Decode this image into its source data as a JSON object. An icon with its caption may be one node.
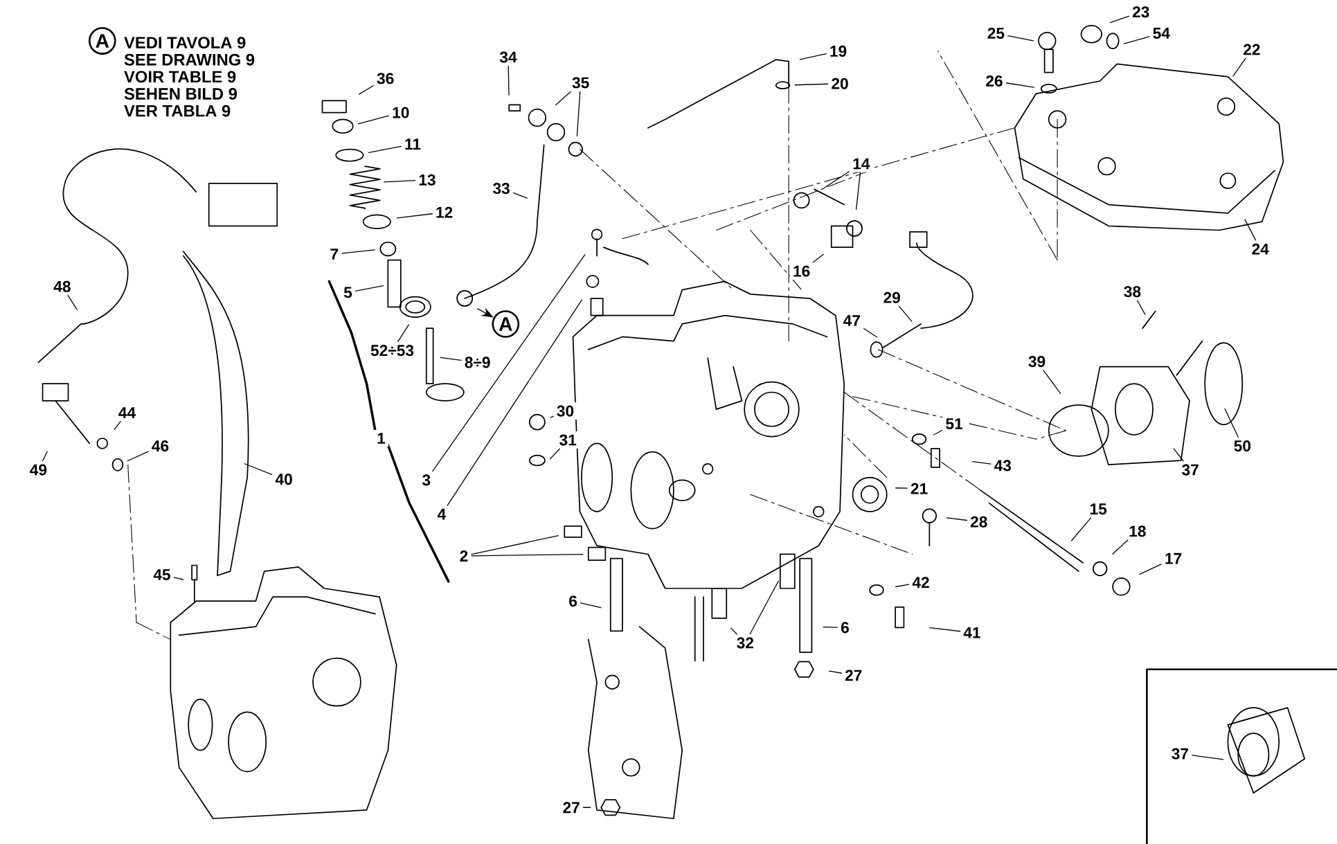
{
  "diagram": {
    "nodes": [
      {
        "text": [
          "A"
        ]
      },
      {
        "text": [
          "A"
        ]
      },
      {
        "text": [
          "36"
        ]
      },
      {
        "text": [
          "10"
        ]
      },
      {
        "text": [
          "11"
        ]
      },
      {
        "text": [
          "13"
        ]
      },
      {
        "text": [
          "12"
        ]
      },
      {
        "text": [
          "7"
        ]
      },
      {
        "text": [
          "5"
        ]
      },
      {
        "text": [
          "52÷53"
        ]
      },
      {
        "text": [
          "8÷9"
        ]
      },
      {
        "text": [
          "34"
        ]
      },
      {
        "text": [
          "35"
        ]
      },
      {
        "text": [
          "33"
        ]
      },
      {
        "text": [
          "19"
        ]
      },
      {
        "text": [
          "20"
        ]
      },
      {
        "text": [
          "14"
        ]
      },
      {
        "text": [
          "16"
        ]
      },
      {
        "text": [
          "25"
        ]
      },
      {
        "text": [
          "23"
        ]
      },
      {
        "text": [
          "54"
        ]
      },
      {
        "text": [
          "26"
        ]
      },
      {
        "text": [
          "22"
        ]
      },
      {
        "text": [
          "24"
        ]
      },
      {
        "text": [
          "29"
        ]
      },
      {
        "text": [
          "47"
        ]
      },
      {
        "text": [
          "38"
        ]
      },
      {
        "text": [
          "39"
        ]
      },
      {
        "text": [
          "50"
        ]
      },
      {
        "text": [
          "37"
        ]
      },
      {
        "text": [
          "51"
        ]
      },
      {
        "text": [
          "43"
        ]
      },
      {
        "text": [
          "21"
        ]
      },
      {
        "text": [
          "15"
        ]
      },
      {
        "text": [
          "18"
        ]
      },
      {
        "text": [
          "17"
        ]
      },
      {
        "text": [
          "28"
        ]
      },
      {
        "text": [
          "42"
        ]
      },
      {
        "text": [
          "41"
        ]
      },
      {
        "text": [
          "6"
        ]
      },
      {
        "text": [
          "27"
        ]
      },
      {
        "text": [
          "32"
        ]
      },
      {
        "text": [
          "6"
        ]
      },
      {
        "text": [
          "27"
        ]
      },
      {
        "text": [
          "2"
        ]
      },
      {
        "text": [
          "3"
        ]
      },
      {
        "text": [
          "4"
        ]
      },
      {
        "text": [
          "30"
        ]
      },
      {
        "text": [
          "31"
        ]
      },
      {
        "text": [
          "48"
        ]
      },
      {
        "text": [
          "44"
        ]
      },
      {
        "text": [
          "46"
        ]
      },
      {
        "text": [
          "49"
        ]
      },
      {
        "text": [
          "40"
        ]
      },
      {
        "text": [
          "45"
        ]
      },
      {
        "text": [
          "37"
        ]
      }
    ],
    "edges": [
      {
        "from": null,
        "to": 1,
        "arrow": "to"
      },
      {
        "from": 2,
        "to": null,
        "arrow": "none"
      },
      {
        "from": 3,
        "to": null,
        "arrow": "none"
      },
      {
        "from": 4,
        "to": null,
        "arrow": "none"
      },
      {
        "from": 5,
        "to": null,
        "arrow": "none"
      },
      {
        "from": 6,
        "to": null,
        "arrow": "none"
      },
      {
        "from": 7,
        "to": null,
        "arrow": "none"
      },
      {
        "from": 8,
        "to": null,
        "arrow": "none"
      },
      {
        "from": 9,
        "to": null,
        "arrow": "none"
      },
      {
        "from": 10,
        "to": null,
        "arrow": "none"
      },
      {
        "from": 11,
        "to": null,
        "arrow": "none"
      },
      {
        "from": 12,
        "to": null,
        "arrow": "none"
      },
      {
        "from": 12,
        "to": null,
        "arrow": "none"
      },
      {
        "from": 13,
        "to": null,
        "arrow": "none"
      },
      {
        "from": 14,
        "to": null,
        "arrow": "none"
      },
      {
        "from": 15,
        "to": null,
        "arrow": "none"
      },
      {
        "from": 16,
        "to": null,
        "arrow": "none"
      },
      {
        "from": 16,
        "to": null,
        "arrow": "none"
      },
      {
        "from": 17,
        "to": null,
        "arrow": "none"
      },
      {
        "from": 18,
        "to": null,
        "arrow": "none"
      },
      {
        "from": 19,
        "to": null,
        "arrow": "none"
      },
      {
        "from": 20,
        "to": null,
        "arrow": "none"
      },
      {
        "from": 21,
        "to": null,
        "arrow": "none"
      },
      {
        "from": 22,
        "to": null,
        "arrow": "none"
      },
      {
        "from": 23,
        "to": null,
        "arrow": "none"
      },
      {
        "from": 24,
        "to": null,
        "arrow": "none"
      },
      {
        "from": 25,
        "to": null,
        "arrow": "none"
      },
      {
        "from": 26,
        "to": null,
        "arrow": "none"
      },
      {
        "from": 27,
        "to": null,
        "arrow": "none"
      },
      {
        "from": 28,
        "to": null,
        "arrow": "none"
      },
      {
        "from": 29,
        "to": null,
        "arrow": "none"
      },
      {
        "from": 30,
        "to": null,
        "arrow": "none"
      },
      {
        "from": 31,
        "to": null,
        "arrow": "none"
      },
      {
        "from": 32,
        "to": null,
        "arrow": "none"
      },
      {
        "from": 33,
        "to": null,
        "arrow": "none"
      },
      {
        "from": 34,
        "to": null,
        "arrow": "none"
      },
      {
        "from": 35,
        "to": null,
        "arrow": "none"
      },
      {
        "from": 36,
        "to": null,
        "arrow": "none"
      },
      {
        "from": 37,
        "to": null,
        "arrow": "none"
      },
      {
        "from": 38,
        "to": null,
        "arrow": "none"
      },
      {
        "from": 39,
        "to": null,
        "arrow": "none"
      },
      {
        "from": 40,
        "to": null,
        "arrow": "none"
      },
      {
        "from": 41,
        "to": null,
        "arrow": "none"
      },
      {
        "from": 41,
        "to": null,
        "arrow": "none"
      },
      {
        "from": 42,
        "to": null,
        "arrow": "none"
      },
      {
        "from": 43,
        "to": null,
        "arrow": "none"
      },
      {
        "from": 44,
        "to": null,
        "arrow": "none"
      },
      {
        "from": 44,
        "to": null,
        "arrow": "none"
      },
      {
        "from": 45,
        "to": null,
        "arrow": "none"
      },
      {
        "from": 46,
        "to": null,
        "arrow": "none"
      },
      {
        "from": 47,
        "to": null,
        "arrow": "none"
      },
      {
        "from": 48,
        "to": null,
        "arrow": "none"
      },
      {
        "from": 49,
        "to": null,
        "arrow": "none"
      },
      {
        "from": 50,
        "to": null,
        "arrow": "none"
      },
      {
        "from": 51,
        "to": null,
        "arrow": "none"
      },
      {
        "from": 52,
        "to": null,
        "arrow": "none"
      },
      {
        "from": 53,
        "to": null,
        "arrow": "none"
      },
      {
        "from": 54,
        "to": null,
        "arrow": "none"
      },
      {
        "from": 55,
        "to": null,
        "arrow": "none"
      }
    ],
    "labels": [
      "VEDI TAVOLA 9",
      "SEE DRAWING 9",
      "VOIR TABLE 9",
      "SEHEN BILD 9",
      "VER TABLA 9",
      "1"
    ]
  }
}
